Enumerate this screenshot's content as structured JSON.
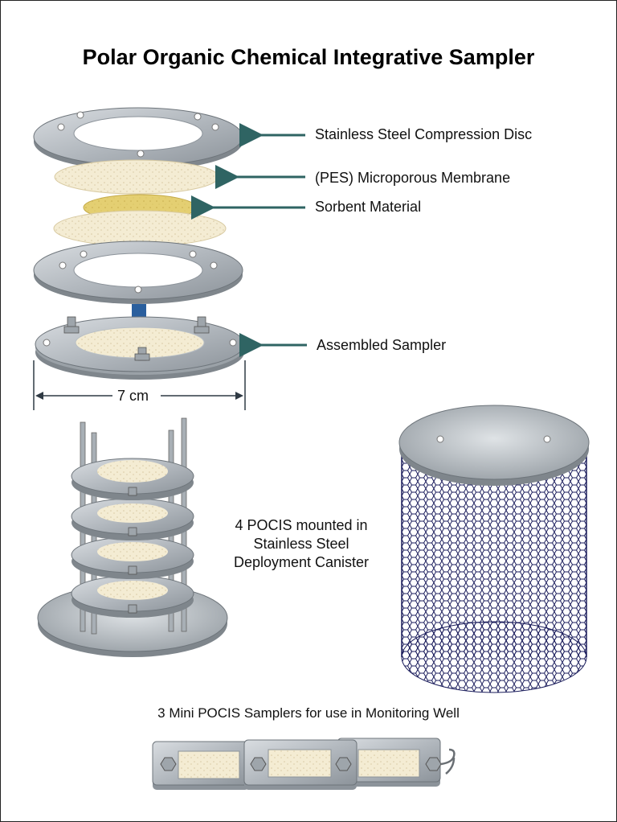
{
  "title": "Polar Organic Chemical Integrative Sampler",
  "labels": {
    "compression_disc": "Stainless Steel Compression Disc",
    "membrane": "(PES) Microporous Membrane",
    "sorbent": "Sorbent Material",
    "assembled": "Assembled Sampler",
    "dimension": "7 cm",
    "canister_line1": "4 POCIS mounted in",
    "canister_line2": "Stainless Steel",
    "canister_line3": "Deployment Canister",
    "mini": "3 Mini POCIS Samplers for use in Monitoring Well"
  },
  "colors": {
    "arrow_teal": "#2f6463",
    "down_arrow_blue": "#2a5f9e",
    "mesh_navy": "#1b1d5c",
    "sorbent_yellow": "#e4cf72",
    "membrane_cream": "#f4ecd3"
  }
}
